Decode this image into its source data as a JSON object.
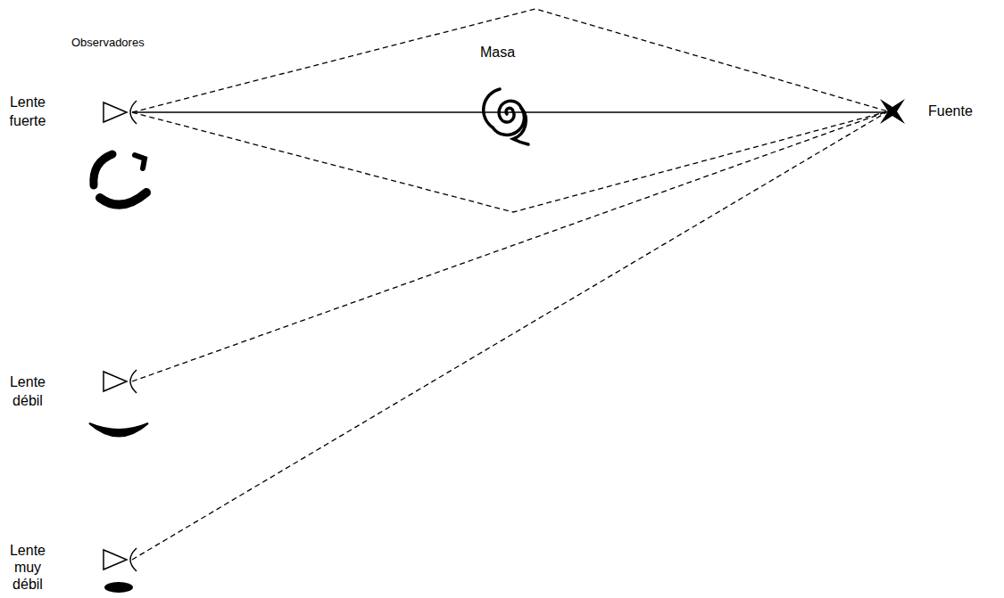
{
  "diagram": {
    "labels": [
      "Observadores",
      "Masa",
      "Lente fuerte",
      "Fuente",
      "Lente débil",
      "Lente muy débil"
    ]
  }
}
